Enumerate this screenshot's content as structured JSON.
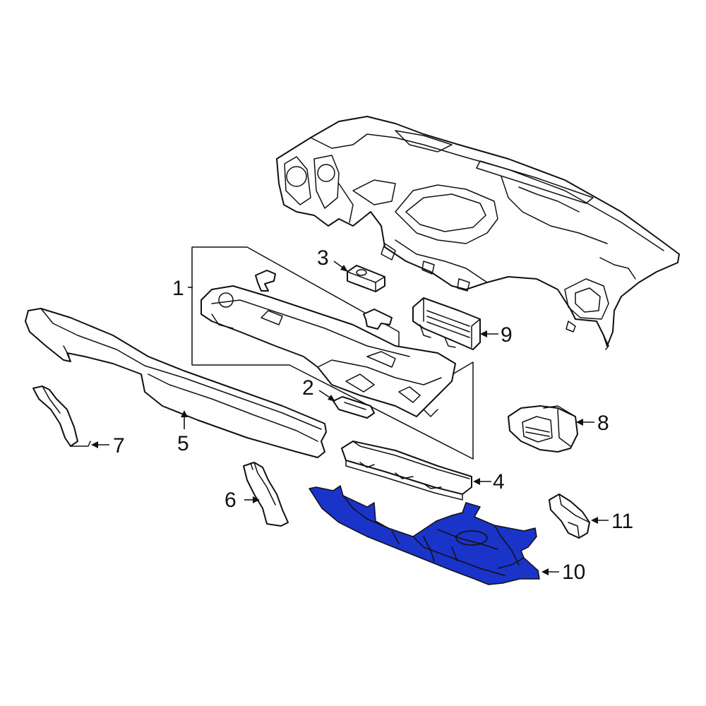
{
  "diagram": {
    "highlight_color": "#1a33c8",
    "line_color": "#111111",
    "background": "#ffffff",
    "highlighted_part": "10",
    "callouts": [
      {
        "id": "c1",
        "label": "1"
      },
      {
        "id": "c2",
        "label": "2"
      },
      {
        "id": "c3",
        "label": "3"
      },
      {
        "id": "c4",
        "label": "4"
      },
      {
        "id": "c5",
        "label": "5"
      },
      {
        "id": "c6",
        "label": "6"
      },
      {
        "id": "c7",
        "label": "7"
      },
      {
        "id": "c8",
        "label": "8"
      },
      {
        "id": "c9",
        "label": "9"
      },
      {
        "id": "c10",
        "label": "10"
      },
      {
        "id": "c11",
        "label": "11"
      }
    ]
  }
}
